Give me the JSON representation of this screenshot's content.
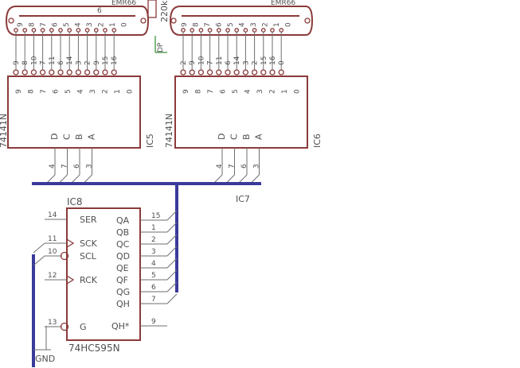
{
  "nixie": {
    "left_label": "EMR66",
    "right_label": "EMR66",
    "left_pin_numbers": [
      "9",
      "8",
      "7",
      "6",
      "5",
      "4",
      "3",
      "2",
      "1",
      "0"
    ],
    "left_wire_numbers": [
      "9",
      "8",
      "10",
      "7",
      "11",
      "6",
      "14",
      "3",
      "2",
      "9",
      "15",
      "16"
    ],
    "right_wire_numbers": [
      "2",
      "9",
      "10",
      "7",
      "11",
      "6",
      "14",
      "3",
      "2",
      "15",
      "16",
      "0"
    ]
  },
  "resistor": {
    "value": "220k",
    "small_label": "6",
    "side_text": "DP"
  },
  "decoders": [
    {
      "id": "IC5",
      "part": "74141N",
      "outputs": [
        "9",
        "8",
        "7",
        "6",
        "5",
        "4",
        "3",
        "2",
        "1",
        "0"
      ],
      "inputs": [
        "D",
        "C",
        "B",
        "A"
      ],
      "bus_pins": [
        "4",
        "7",
        "6",
        "3"
      ]
    },
    {
      "id": "IC6",
      "part": "74141N",
      "outputs": [
        "9",
        "8",
        "7",
        "6",
        "5",
        "4",
        "3",
        "2",
        "1",
        "0"
      ],
      "inputs": [
        "D",
        "C",
        "B",
        "A"
      ],
      "bus_pins": [
        "4",
        "7",
        "6",
        "3"
      ]
    }
  ],
  "bus_label": "IC7",
  "shift_register": {
    "id": "IC8",
    "part": "74HC595N",
    "left_pins": [
      {
        "num": "14",
        "name": "SER"
      },
      {
        "num": "11",
        "name": "SCK"
      },
      {
        "num": "10",
        "name": "SCL"
      },
      {
        "num": "12",
        "name": "RCK"
      },
      {
        "num": "13",
        "name": "G"
      }
    ],
    "right_pins": [
      {
        "num": "15",
        "name": "QA"
      },
      {
        "num": "1",
        "name": "QB"
      },
      {
        "num": "2",
        "name": "QC"
      },
      {
        "num": "3",
        "name": "QD"
      },
      {
        "num": "4",
        "name": "QE"
      },
      {
        "num": "5",
        "name": "QF"
      },
      {
        "num": "6",
        "name": "QG"
      },
      {
        "num": "7",
        "name": "QH"
      },
      {
        "num": "9",
        "name": "QH*"
      }
    ]
  },
  "gnd_label": "GND"
}
